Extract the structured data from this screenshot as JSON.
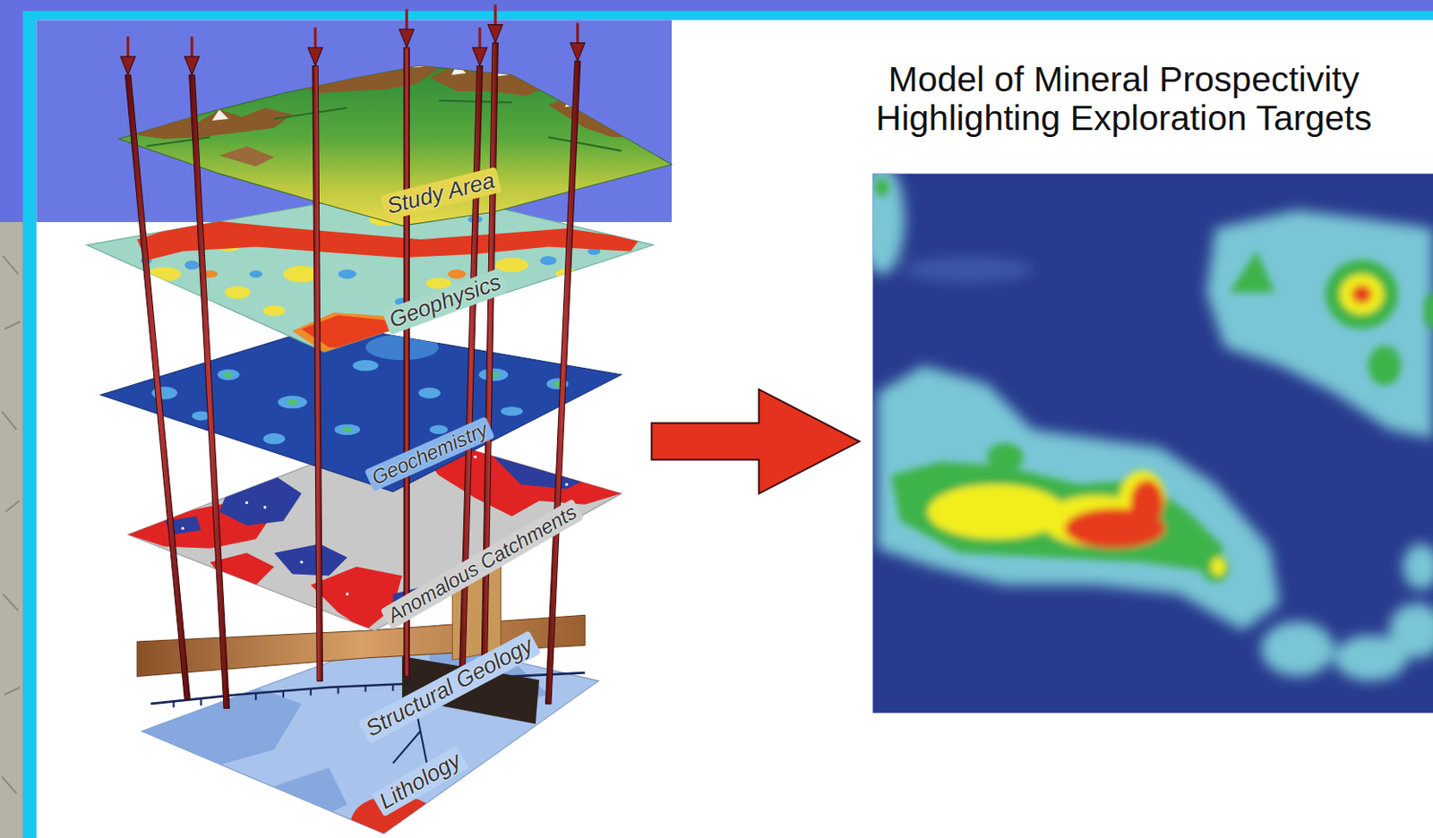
{
  "diagram": {
    "nodes": [
      {
        "text": [
          "Study Area"
        ]
      },
      {
        "text": [
          "Geophysics"
        ]
      },
      {
        "text": [
          "Geochemistry"
        ]
      },
      {
        "text": [
          "Anomalous Catchments"
        ]
      },
      {
        "text": [
          "Structural Geology"
        ]
      },
      {
        "text": [
          "Lithology"
        ]
      },
      {
        "text": [
          "Model of Mineral Prospectivity Highlighting Exploration Targets"
        ]
      }
    ],
    "edges": [
      {
        "from": 2,
        "to": 6,
        "arrow": "to"
      }
    ]
  }
}
